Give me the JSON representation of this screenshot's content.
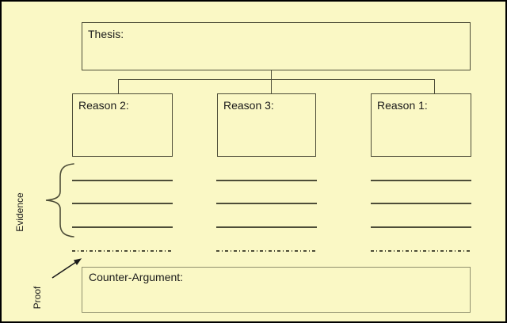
{
  "canvas": {
    "background": "#FAF8C5",
    "frame_color": "#000000"
  },
  "colors": {
    "line": "#4D4D38",
    "counter_border": "#90906E",
    "text": "#1B1B1B"
  },
  "thesis": {
    "label": "Thesis:"
  },
  "reasons": [
    {
      "label": "Reason 2:"
    },
    {
      "label": "Reason 3:"
    },
    {
      "label": "Reason 1:"
    }
  ],
  "evidence": {
    "label": "Evidence",
    "columns": 3,
    "lines_per_column": 3
  },
  "proof": {
    "label": "Proof"
  },
  "counter_argument": {
    "label": "Counter-Argument:"
  }
}
